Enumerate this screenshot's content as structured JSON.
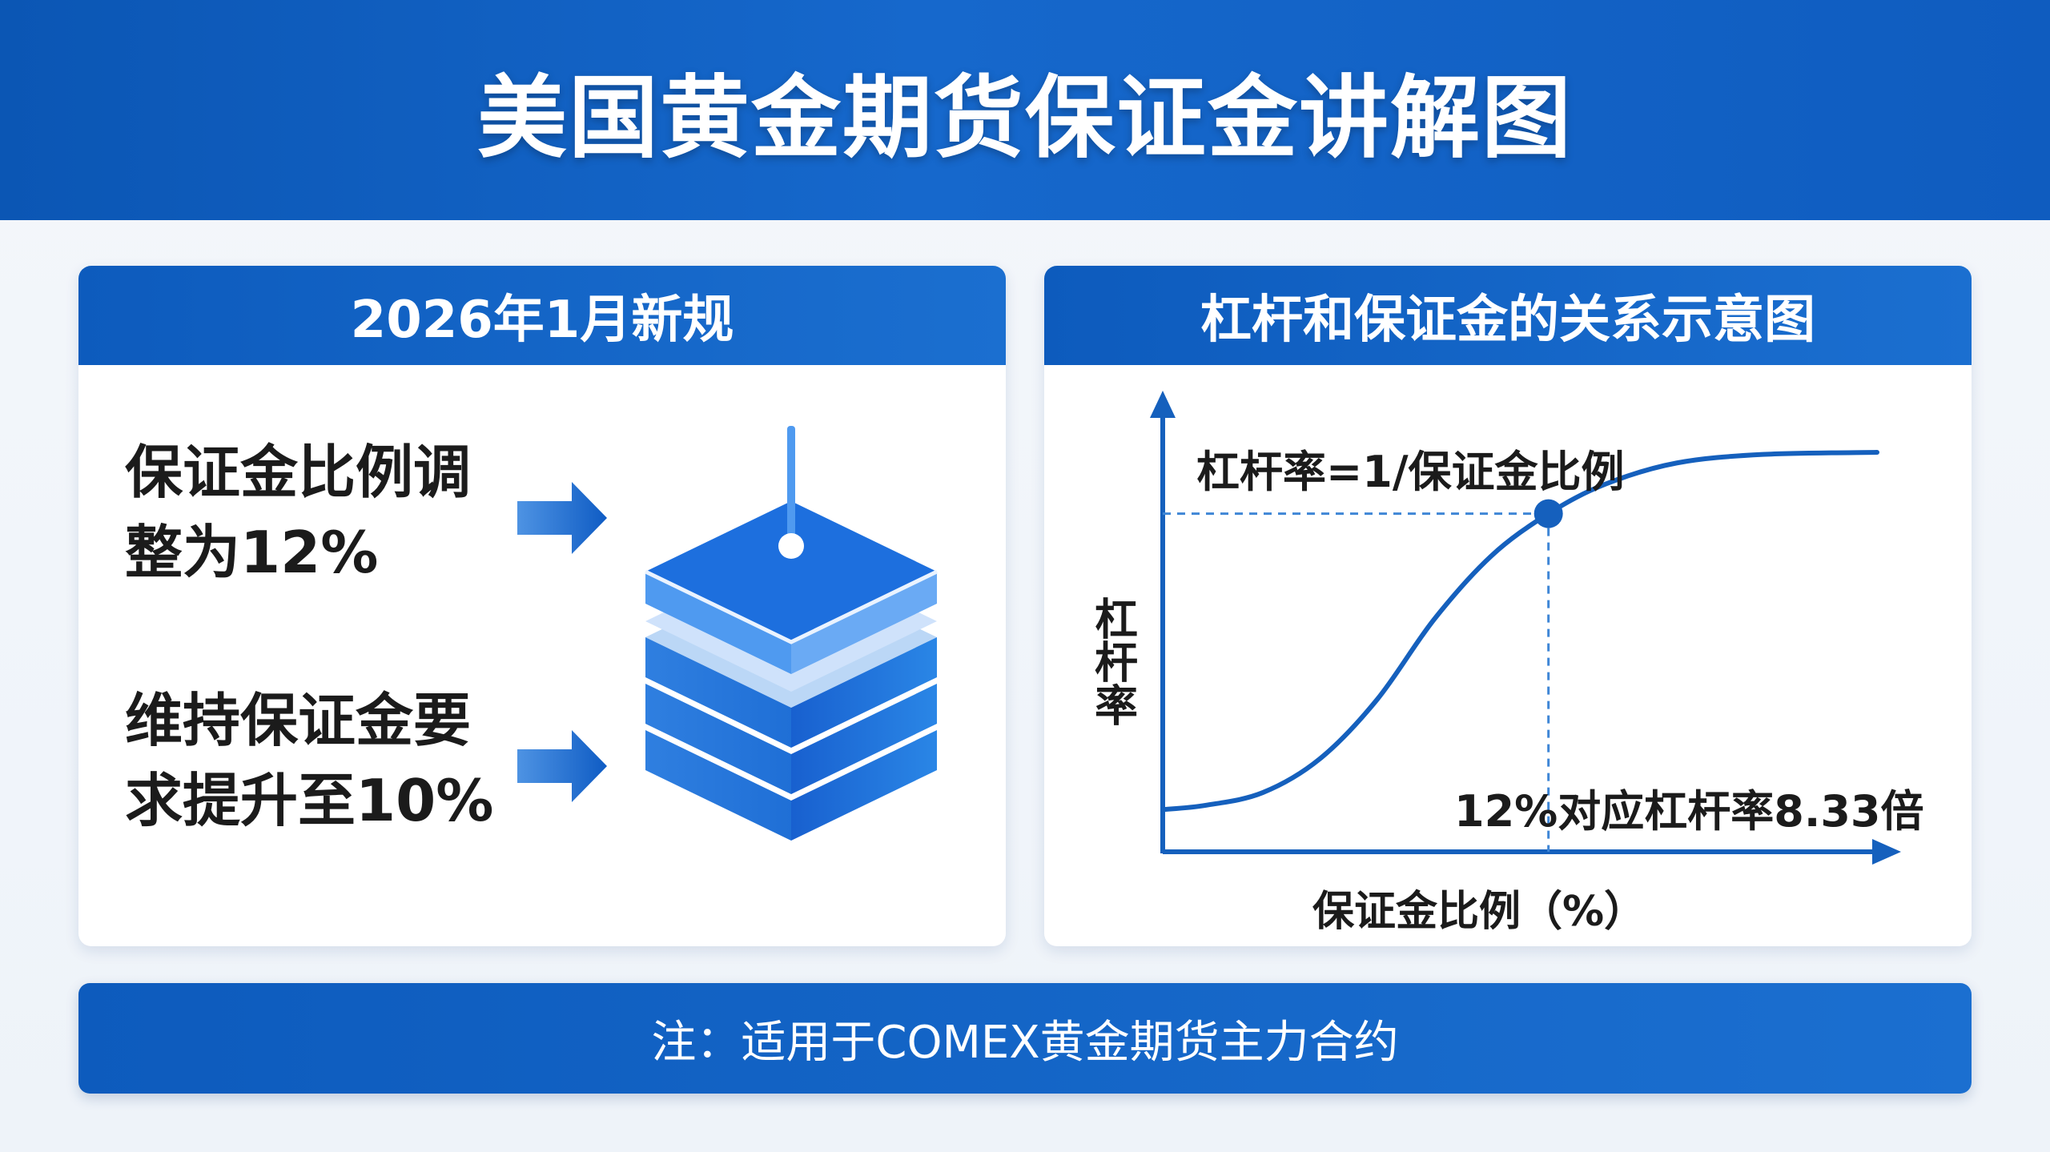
{
  "title": "美国黄金期货保证金讲解图",
  "left_panel": {
    "heading": "2026年1月新规",
    "rules": [
      {
        "line1": "保证金比例调",
        "line2": "整为12%"
      },
      {
        "line1": "维持保证金要",
        "line2": "求提升至10%"
      }
    ]
  },
  "right_panel": {
    "heading": "杠杆和保证金的关系示意图"
  },
  "chart_data": {
    "type": "line",
    "formula_label": "杠杆率=1/保证金比例",
    "ylabel": "杠杆率",
    "xlabel": "保证金比例（%）",
    "annotation": "12%对应杠杆率8.33倍",
    "curve": [
      [
        0,
        0.1
      ],
      [
        0.06,
        0.11
      ],
      [
        0.14,
        0.14
      ],
      [
        0.22,
        0.22
      ],
      [
        0.3,
        0.36
      ],
      [
        0.38,
        0.55
      ],
      [
        0.46,
        0.7
      ],
      [
        0.54,
        0.8
      ],
      [
        0.62,
        0.87
      ],
      [
        0.72,
        0.92
      ],
      [
        0.84,
        0.94
      ],
      [
        1.0,
        0.945
      ]
    ],
    "highlight_point": {
      "x": 0.54,
      "y": 0.8
    }
  },
  "footer": {
    "note": "注：适用于COMEX黄金期货主力合约"
  },
  "colors": {
    "primary": "#0d5bbd",
    "curve": "#1560bd",
    "text": "#1b1b1b"
  }
}
